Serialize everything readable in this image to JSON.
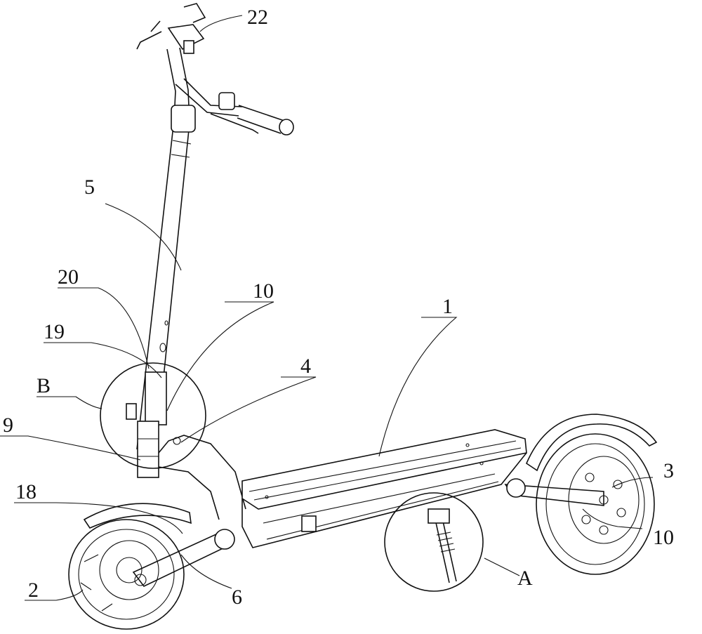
{
  "labels": {
    "l22": "22",
    "l5": "5",
    "l20": "20",
    "l10a": "10",
    "l19": "19",
    "lB": "B",
    "l4": "4",
    "l1": "1",
    "l9": "9",
    "l3": "3",
    "l18": "18",
    "l10b": "10",
    "l2": "2",
    "l6": "6",
    "lA": "A"
  }
}
